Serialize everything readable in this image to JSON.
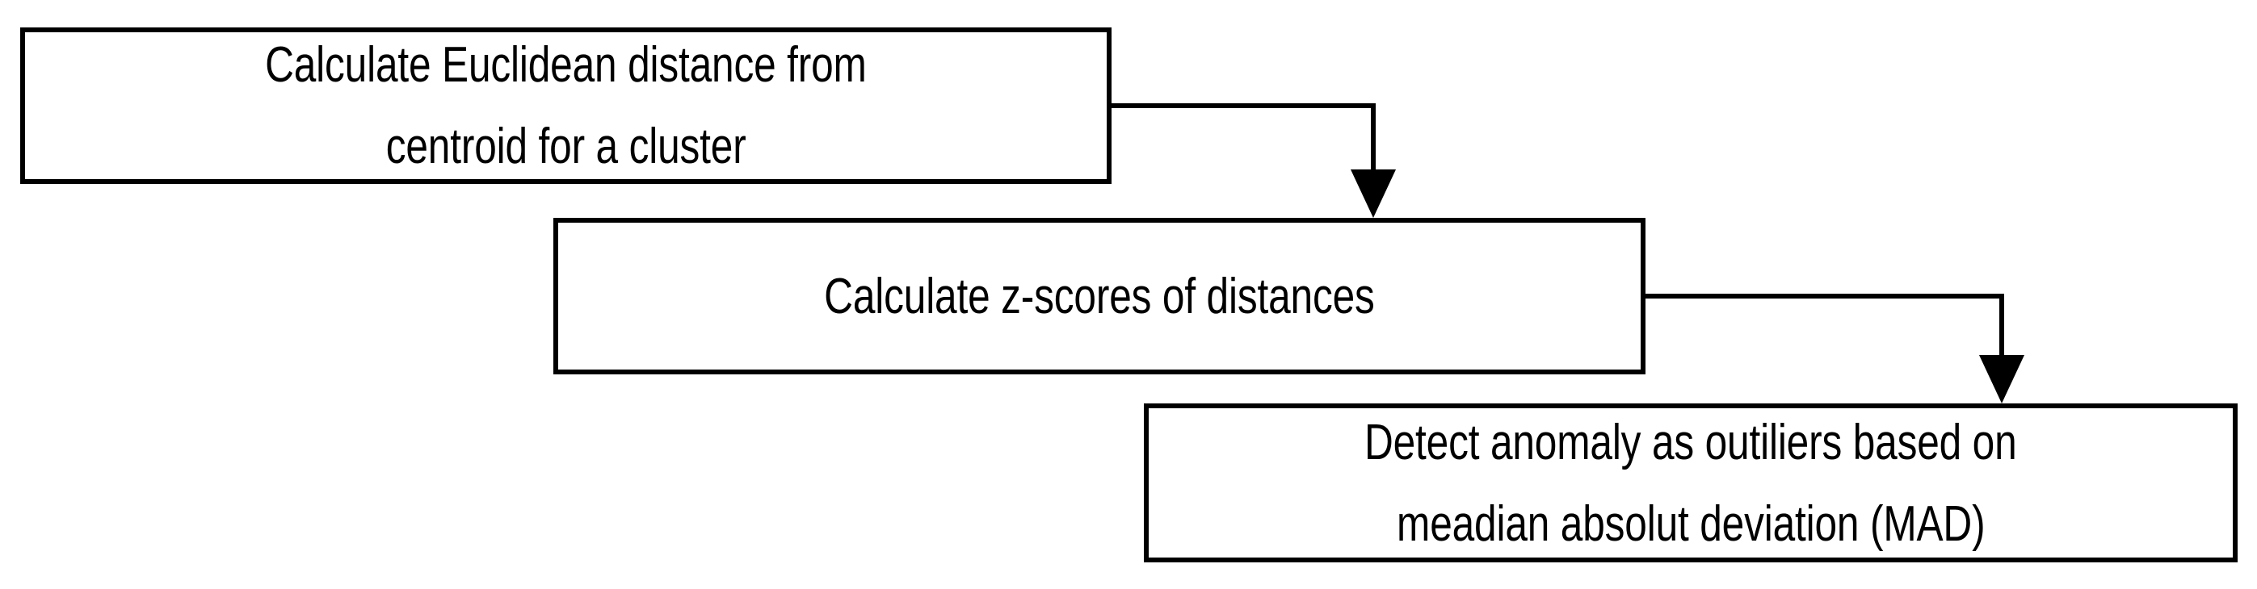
{
  "diagram": {
    "title": "Anomaly detection pipeline flowchart",
    "orientation": "cascading-left-to-right",
    "colors": {
      "box_border": "#000000",
      "box_fill": "#ffffff",
      "connector": "#000000",
      "text": "#000000",
      "background": "#ffffff"
    },
    "nodes": [
      {
        "id": "node-1",
        "name": "calculate-euclidean-distance",
        "lines": [
          "Calculate Euclidean distance from",
          "centroid for a cluster"
        ]
      },
      {
        "id": "node-2",
        "name": "calculate-z-scores",
        "lines": [
          "Calculate z-scores of distances"
        ]
      },
      {
        "id": "node-3",
        "name": "detect-anomaly-mad",
        "lines": [
          "Detect anomaly as outiliers based on",
          "meadian absolut deviation (MAD)"
        ]
      }
    ],
    "connectors": [
      {
        "id": "arrow-1",
        "name": "arrow-node1-to-node2",
        "from": "node-1",
        "to": "node-2"
      },
      {
        "id": "arrow-2",
        "name": "arrow-node2-to-node3",
        "from": "node-2",
        "to": "node-3"
      }
    ]
  }
}
